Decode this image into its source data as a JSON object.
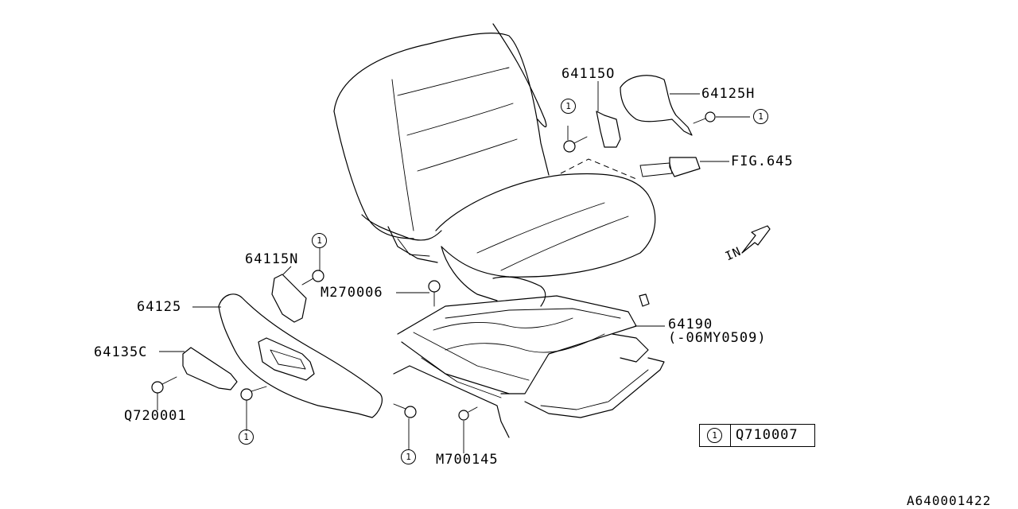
{
  "callouts": {
    "p64115O": "64115O",
    "p64125H": "64125H",
    "fig645": "FIG.645",
    "p64115N": "64115N",
    "m270006": "M270006",
    "p64125": "64125",
    "p64190": "64190",
    "p64190_note": "(-06MY0509)",
    "p64135C": "64135C",
    "q720001": "Q720001",
    "m700145": "M700145",
    "direction": "IN"
  },
  "ref_marker": "1",
  "legend": {
    "symbol": "1",
    "part": "Q710007"
  },
  "drawing_code": "A640001422"
}
